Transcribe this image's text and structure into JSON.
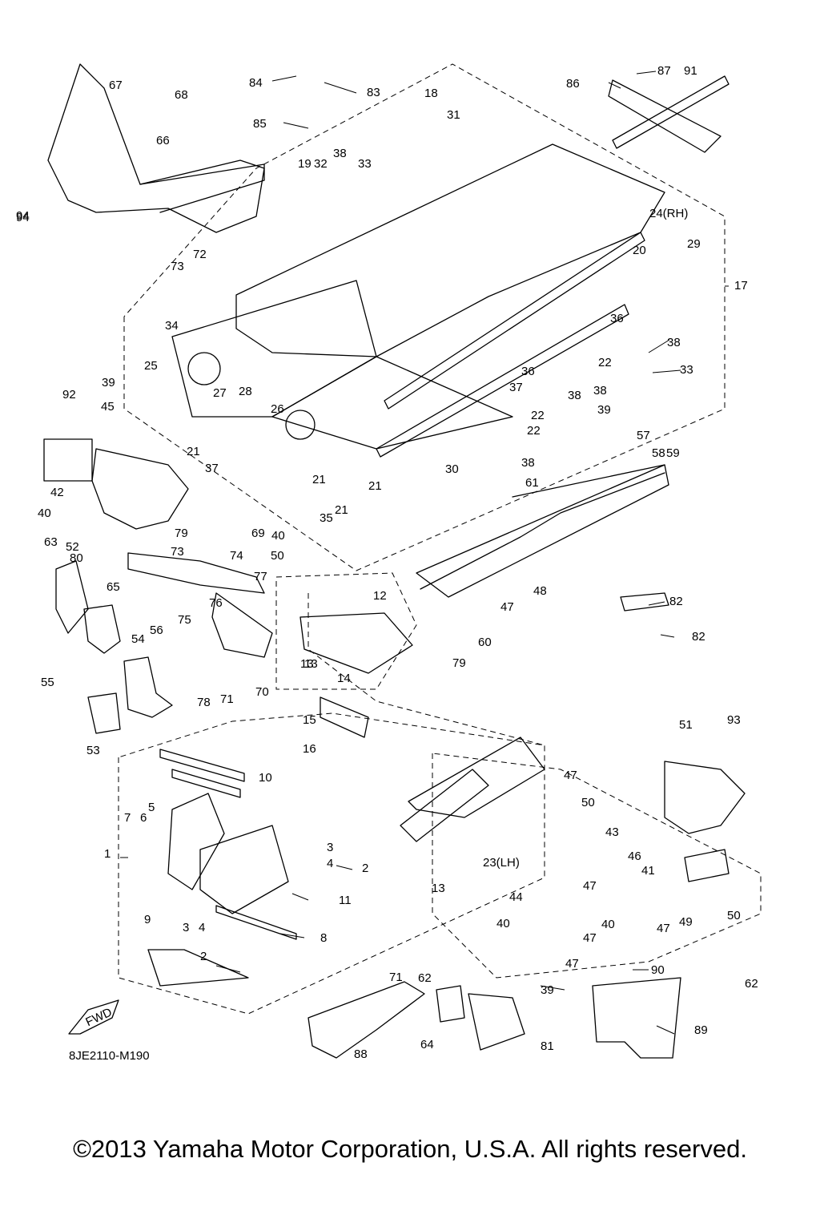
{
  "diagram": {
    "code": "8JE2110-M190",
    "fwd_text": "FWD",
    "copyright": "©2013 Yamaha Motor Corporation, U.S.A. All rights reserved.",
    "callouts": [
      "1",
      "2",
      "2",
      "3",
      "3",
      "4",
      "4",
      "5",
      "6",
      "7",
      "8",
      "9",
      "10",
      "11",
      "12",
      "13",
      "13",
      "13",
      "14",
      "15",
      "16",
      "17",
      "18",
      "19",
      "20",
      "21",
      "21",
      "21",
      "21",
      "22",
      "22",
      "22",
      "23(LH)",
      "24(RH)",
      "25",
      "26",
      "27",
      "28",
      "29",
      "30",
      "31",
      "32",
      "33",
      "33",
      "34",
      "35",
      "36",
      "36",
      "37",
      "37",
      "38",
      "38",
      "38",
      "38",
      "38",
      "39",
      "39",
      "39",
      "40",
      "40",
      "40",
      "40",
      "41",
      "42",
      "43",
      "44",
      "45",
      "46",
      "47",
      "47",
      "47",
      "47",
      "47",
      "47",
      "48",
      "49",
      "50",
      "50",
      "50",
      "51",
      "52",
      "53",
      "54",
      "55",
      "56",
      "57",
      "58",
      "59",
      "60",
      "61",
      "62",
      "62",
      "63",
      "64",
      "65",
      "66",
      "67",
      "68",
      "69",
      "70",
      "71",
      "71",
      "72",
      "73",
      "73",
      "74",
      "75",
      "76",
      "77",
      "78",
      "79",
      "79",
      "80",
      "81",
      "82",
      "82",
      "83",
      "84",
      "85",
      "86",
      "87",
      "88",
      "89",
      "90",
      "91",
      "92",
      "93",
      "94",
      "94"
    ]
  }
}
